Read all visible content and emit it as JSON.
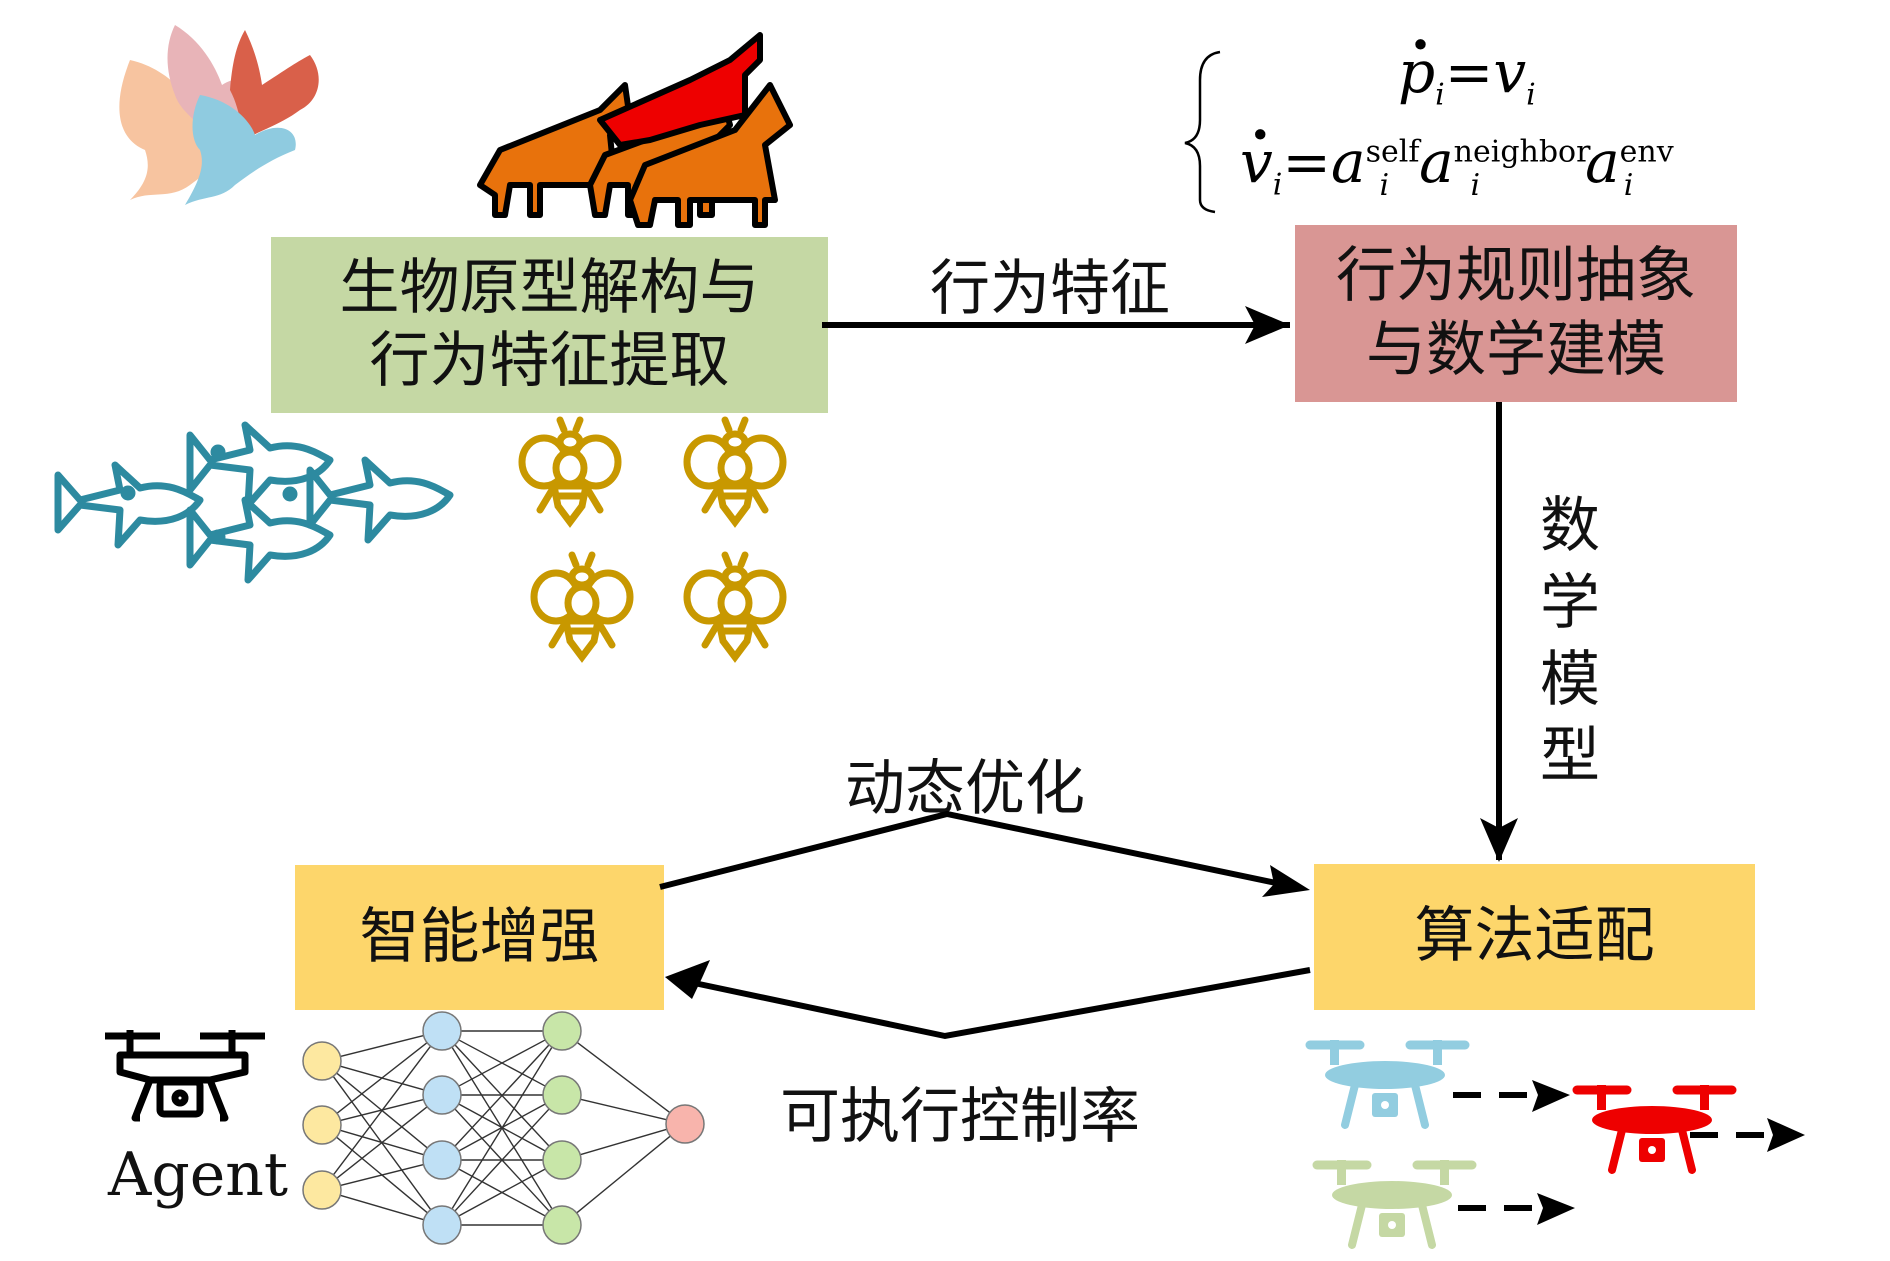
{
  "diagram": {
    "boxes": {
      "bio_prototype": {
        "lines": [
          "生物原型解构与",
          "行为特征提取"
        ],
        "color": "#c5d8a4"
      },
      "rule_abstraction": {
        "lines": [
          "行为规则抽象",
          "与数学建模"
        ],
        "color": "#d99694"
      },
      "intelligence_enhance": {
        "lines": [
          "智能增强"
        ],
        "color": "#fdd66b"
      },
      "algorithm_adapt": {
        "lines": [
          "算法适配"
        ],
        "color": "#fdd66b"
      }
    },
    "edges": {
      "behavior_feature": "行为特征",
      "math_model": "数学模型",
      "dynamic_optimize": "动态优化",
      "executable_control": "可执行控制率"
    },
    "equations": {
      "line1": {
        "lhs": "p",
        "lhs_sub": "i",
        "eq": "=",
        "rhs": "v",
        "rhs_sub": "i"
      },
      "line2": {
        "lhs": "v",
        "lhs_sub": "i",
        "eq": "=",
        "terms": [
          {
            "base": "a",
            "sup": "self",
            "sub": "i"
          },
          {
            "base": "a",
            "sup": "neighbor",
            "sub": "i"
          },
          {
            "base": "a",
            "sup": "env",
            "sub": "i"
          }
        ]
      }
    },
    "agent_label": "Agent",
    "icons": {
      "doves": [
        "#f7c4a0",
        "#e8b4b8",
        "#d9604a",
        "#8fcbe0"
      ],
      "wolves": [
        "#e8720c",
        "#e8720c",
        "#ee0000"
      ],
      "fish_color": "#2d8aa0",
      "bee_color": "#c89800",
      "drones": {
        "blue": "#92cde0",
        "green": "#c5d8a4",
        "red": "#ee0000",
        "agent": "#000000"
      }
    },
    "neural_net": {
      "layers": [
        {
          "nodes": 3,
          "color": "#fde8a0"
        },
        {
          "nodes": 4,
          "color": "#bfe0f5"
        },
        {
          "nodes": 4,
          "color": "#c8e6a8"
        },
        {
          "nodes": 1,
          "color": "#f8b4ac"
        }
      ]
    }
  }
}
